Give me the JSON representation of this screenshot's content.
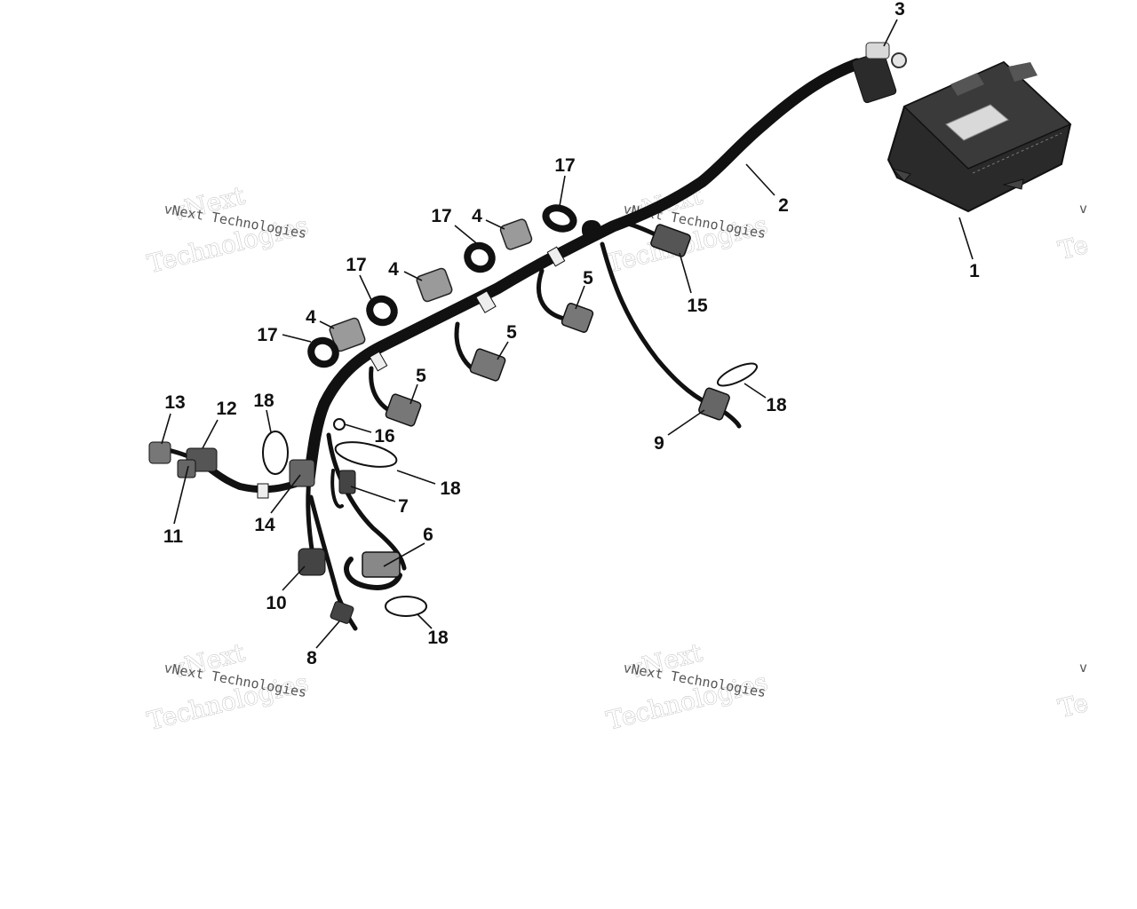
{
  "watermark": {
    "brand_line1": "vNext",
    "brand_line2": "Technologies",
    "small_text": "vNext Technologies",
    "edge_letter": "v",
    "edge_fragment": "Te"
  },
  "callouts": {
    "c1": "1",
    "c2": "2",
    "c3": "3",
    "c4a": "4",
    "c4b": "4",
    "c4c": "4",
    "c5a": "5",
    "c5b": "5",
    "c5c": "5",
    "c6": "6",
    "c7": "7",
    "c8": "8",
    "c9": "9",
    "c10": "10",
    "c11": "11",
    "c12": "12",
    "c13": "13",
    "c14": "14",
    "c15": "15",
    "c16": "16",
    "c17a": "17",
    "c17b": "17",
    "c17c": "17",
    "c17d": "17",
    "c18a": "18",
    "c18b": "18",
    "c18c": "18",
    "c18d": "18"
  }
}
